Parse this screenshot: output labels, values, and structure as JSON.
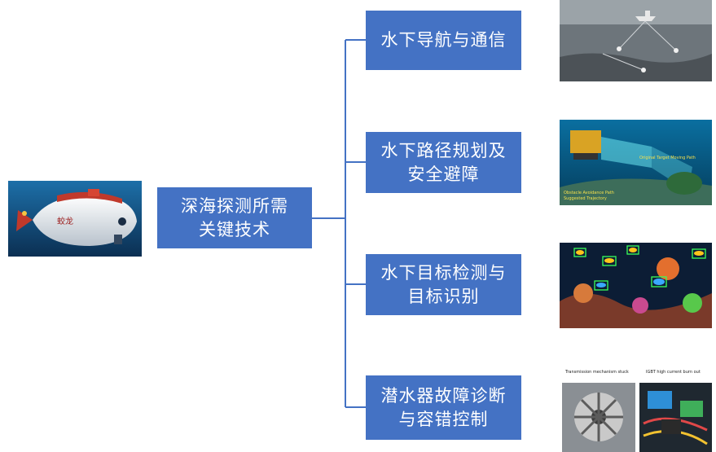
{
  "diagram": {
    "root": {
      "label": "深海探测所需\n关键技术"
    },
    "topics": [
      {
        "label": "水下导航与通信"
      },
      {
        "label": "水下路径规划及\n安全避障"
      },
      {
        "label": "水下目标检测与\n目标识别"
      },
      {
        "label": "潜水器故障诊断\n与容错控制"
      }
    ]
  },
  "colors": {
    "box_fill": "#4472c4",
    "connector": "#4472c4",
    "text": "#ffffff"
  },
  "images": {
    "submersible": {
      "icon": "submersible-photo"
    },
    "navigation": {
      "icon": "sonar-navigation-image"
    },
    "path_planning": {
      "icon": "auv-path-planning-image",
      "captions": [
        "Original Target Moving Path",
        "Obstacle Avoidance Path",
        "Suggested Trajectory"
      ]
    },
    "detection": {
      "icon": "fish-detection-image"
    },
    "fault": {
      "icon": "fault-diagnosis-photos",
      "captions": [
        "Transmission mechanism stuck",
        "IGBT high current burn out"
      ]
    }
  }
}
